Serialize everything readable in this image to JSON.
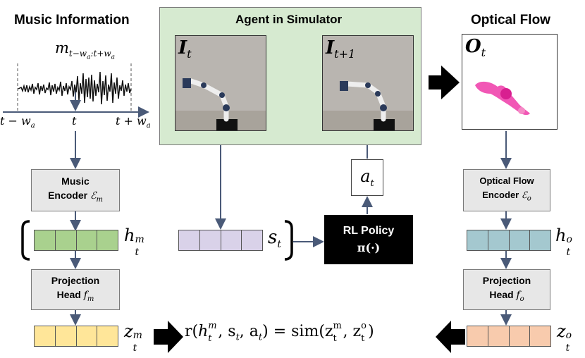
{
  "music": {
    "title": "Music Information",
    "window_label": "m",
    "window_sub": "t−w",
    "window_sub_a": "a",
    "window_sub2": ":t+w",
    "window_sub2_a": "a",
    "tick_left": "t − w",
    "tick_left_a": "a",
    "tick_mid": "t",
    "tick_right": "t + w",
    "tick_right_a": "a",
    "encoder_line1": "Music",
    "encoder_line2": "Encoder",
    "encoder_sym": "ℰ",
    "encoder_sub": "m",
    "feature_h": "h",
    "feature_h_sub": "t",
    "feature_h_sup": "m",
    "projection_line1": "Projection",
    "projection_line2": "Head",
    "projection_sym": "f",
    "projection_sub": "m",
    "z": "z",
    "z_sub": "t",
    "z_sup": "m",
    "color_feature": "#a9d18e",
    "color_z": "#ffe699"
  },
  "agent": {
    "title": "Agent in Simulator",
    "frame1_label": "I",
    "frame1_sub": "t",
    "frame2_label": "I",
    "frame2_sub": "t+1",
    "state": "s",
    "state_sub": "t",
    "policy_line1": "RL Policy",
    "policy_line2": "π(·)",
    "action": "a",
    "action_sub": "t",
    "color_bg": "#d6ead0",
    "color_state": "#d9d2e9"
  },
  "flow": {
    "title": "Optical Flow",
    "frame_label": "O",
    "frame_sub": "t",
    "encoder_line1": "Optical Flow",
    "encoder_line2": "Encoder",
    "encoder_sym": "ℰ",
    "encoder_sub": "o",
    "feature_h": "h",
    "feature_h_sub": "t",
    "feature_h_sup": "o",
    "projection_line1": "Projection",
    "projection_line2": "Head",
    "projection_sym": "f",
    "projection_sub": "o",
    "z": "z",
    "z_sub": "t",
    "z_sup": "o",
    "color_feature": "#a4c8cf",
    "color_z": "#f8cbad"
  },
  "reward": {
    "r": "r(",
    "h": "h",
    "h_sub": "t",
    "h_sup": "m",
    "mid": ", s",
    "s_sub": "t",
    "mid2": ", a",
    "a_sub": "t",
    "eq": ") = sim(z",
    "z1_sub": "t",
    "z1_sup": "m",
    "comma": ", z",
    "z2_sub": "t",
    "z2_sup": "o",
    "close": ")"
  }
}
